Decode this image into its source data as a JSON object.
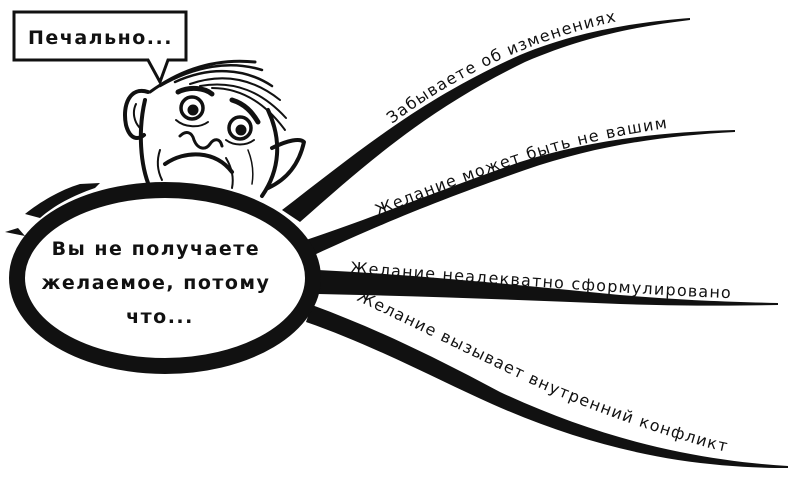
{
  "speech_bubble": {
    "text": "Печально..."
  },
  "central_node": {
    "lines": [
      "Вы не получаете",
      "желаемое, потому",
      "что..."
    ]
  },
  "branches": [
    {
      "label": "Забываете об изменениях"
    },
    {
      "label": "Желание может быть не вашим"
    },
    {
      "label": "Желание неадекватно сформулировано"
    },
    {
      "label": "Желание вызывает внутренний конфликт"
    }
  ],
  "colors": {
    "ink": "#111111",
    "background": "#ffffff"
  }
}
